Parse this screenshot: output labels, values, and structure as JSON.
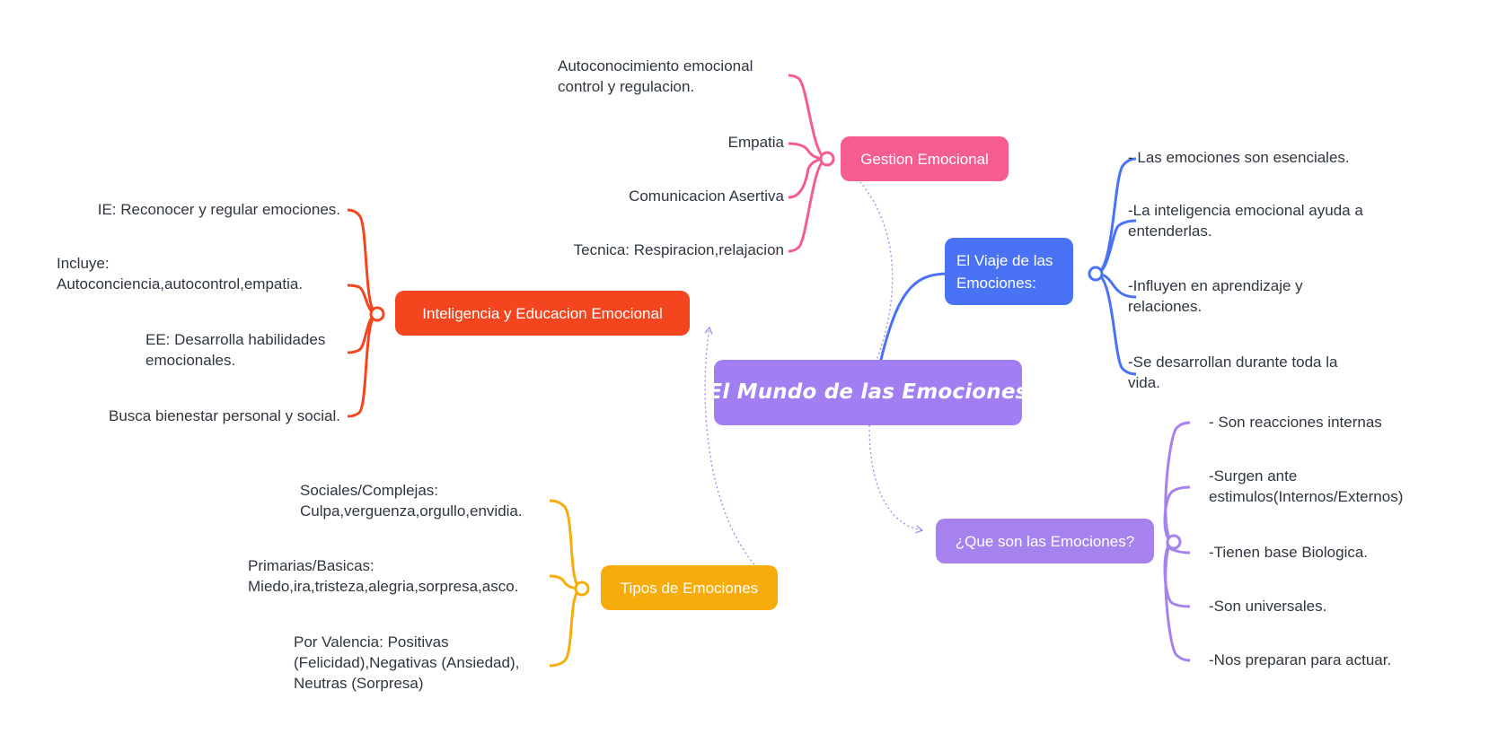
{
  "title": "El Mundo de las Emociones",
  "colors": {
    "central": "#a17ff3",
    "gestion": "#f55c8f",
    "viaje": "#4a72f5",
    "inteligencia": "#f5451f",
    "que_son": "#a582ee",
    "tipos": "#f8ac0c"
  },
  "branches": {
    "gestion": {
      "label": "Gestion Emocional",
      "children": [
        "Autoconocimiento emocional\ncontrol y regulacion.",
        "Empatia",
        "Comunicacion Asertiva",
        "Tecnica: Respiracion,relajacion"
      ]
    },
    "viaje": {
      "label": "El Viaje de las Emociones:",
      "children": [
        "- Las emociones son esenciales.",
        "-La inteligencia emocional ayuda a\nentenderlas.",
        "-Influyen en aprendizaje y\nrelaciones.",
        "-Se desarrollan durante toda la\nvida."
      ]
    },
    "inteligencia": {
      "label": "Inteligencia y Educacion Emocional",
      "children": [
        "IE: Reconocer y regular emociones.",
        "Incluye:\nAutoconciencia,autocontrol,empatia.",
        "EE: Desarrolla habilidades\nemocionales.",
        "Busca bienestar personal y social."
      ]
    },
    "que_son": {
      "label": "¿Que son las Emociones?",
      "children": [
        "- Son reacciones internas",
        "-Surgen ante\nestimulos(Internos/Externos)",
        "-Tienen base Biologica.",
        "-Son universales.",
        "-Nos preparan para actuar."
      ]
    },
    "tipos": {
      "label": "Tipos de Emociones",
      "children": [
        "Sociales/Complejas:\nCulpa,verguenza,orgullo,envidia.",
        "Primarias/Basicas:\nMiedo,ira,tristeza,alegria,sorpresa,asco.",
        "Por Valencia: Positivas\n(Felicidad),Negativas (Ansiedad),\nNeutras (Sorpresa)"
      ]
    }
  }
}
